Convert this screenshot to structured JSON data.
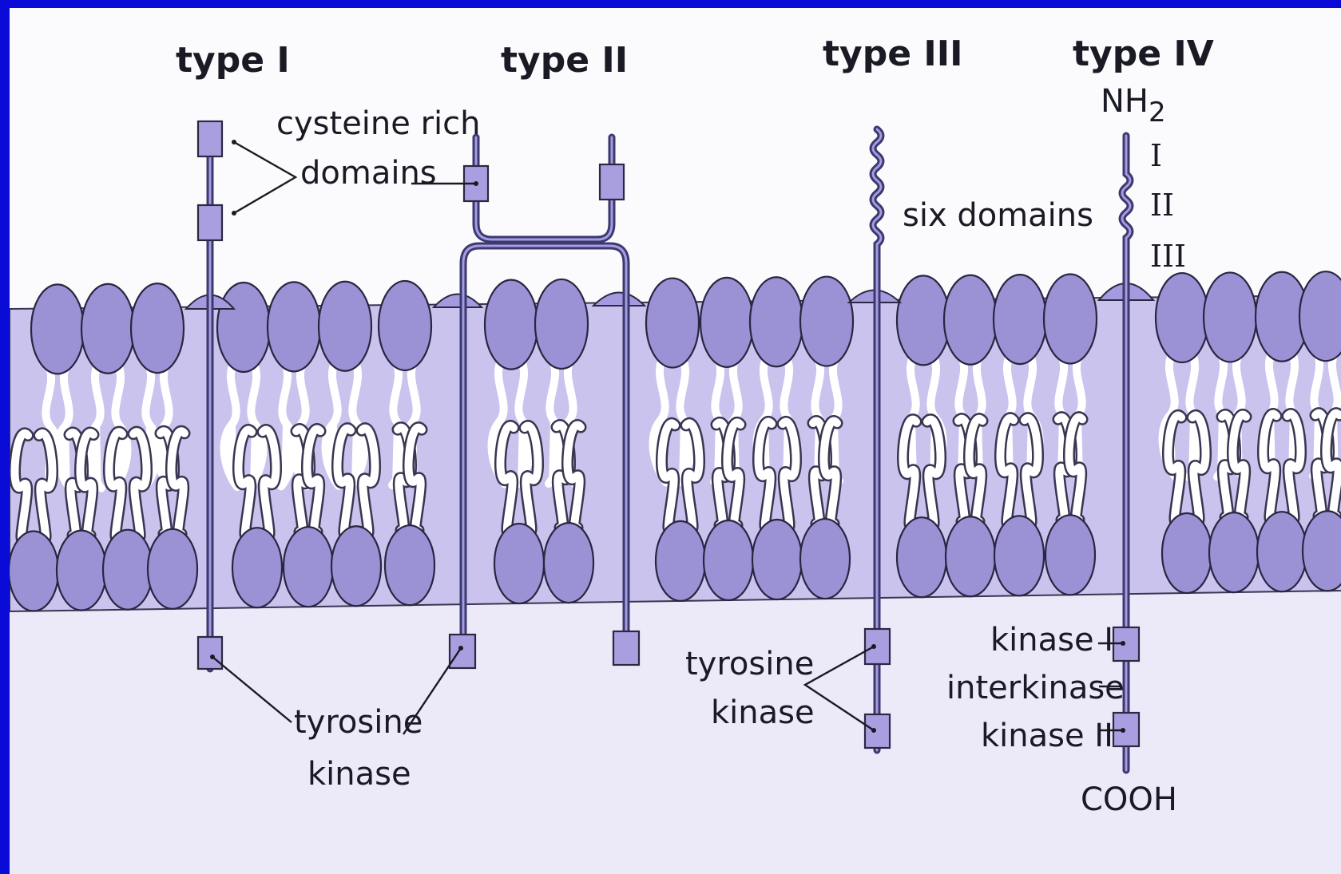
{
  "diagram": {
    "colors": {
      "frame": "#0a0ad6",
      "background": "#fbfbfe",
      "membrane": "#c9c3ee",
      "lipid_head": "#9b92d6",
      "cytoplasm": "#ece9f9",
      "protein_chain": "#3c3870"
    },
    "receptor_types": [
      {
        "title": "type I",
        "labels": {
          "domain": "cysteine rich",
          "domain2": "domains",
          "kinase1": "tyrosine",
          "kinase2": "kinase"
        }
      },
      {
        "title": "type II"
      },
      {
        "title": "type III",
        "labels": {
          "domain": "six domains",
          "kinase1": "tyrosine",
          "kinase2": "kinase"
        }
      },
      {
        "title": "type IV",
        "labels": {
          "nterm": "NH",
          "nterm_sub": "2",
          "d1": "I",
          "d2": "II",
          "d3": "III",
          "k1": "kinase I",
          "ik": "interkinase",
          "k2": "kinase II",
          "cterm": "COOH"
        }
      }
    ]
  }
}
